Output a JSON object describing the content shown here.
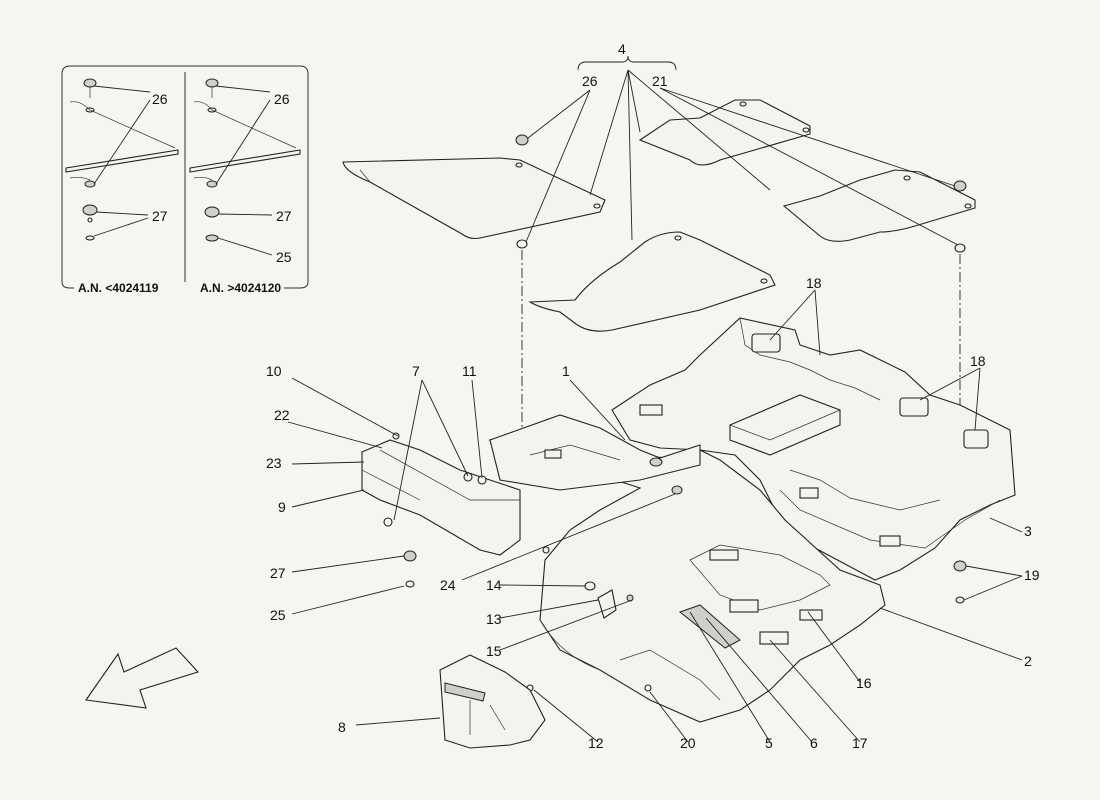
{
  "callouts": [
    {
      "id": "c4",
      "text": "4"
    },
    {
      "id": "c26a",
      "text": "26"
    },
    {
      "id": "c21",
      "text": "21"
    },
    {
      "id": "c18a",
      "text": "18"
    },
    {
      "id": "c18b",
      "text": "18"
    },
    {
      "id": "c10",
      "text": "10"
    },
    {
      "id": "c22",
      "text": "22"
    },
    {
      "id": "c23",
      "text": "23"
    },
    {
      "id": "c9",
      "text": "9"
    },
    {
      "id": "c7",
      "text": "7"
    },
    {
      "id": "c11",
      "text": "11"
    },
    {
      "id": "c1",
      "text": "1"
    },
    {
      "id": "c3",
      "text": "3"
    },
    {
      "id": "c27",
      "text": "27"
    },
    {
      "id": "c25",
      "text": "25"
    },
    {
      "id": "c24",
      "text": "24"
    },
    {
      "id": "c14",
      "text": "14"
    },
    {
      "id": "c13",
      "text": "13"
    },
    {
      "id": "c15",
      "text": "15"
    },
    {
      "id": "c19",
      "text": "19"
    },
    {
      "id": "c2",
      "text": "2"
    },
    {
      "id": "c16",
      "text": "16"
    },
    {
      "id": "c8",
      "text": "8"
    },
    {
      "id": "c12",
      "text": "12"
    },
    {
      "id": "c20",
      "text": "20"
    },
    {
      "id": "c5",
      "text": "5"
    },
    {
      "id": "c6",
      "text": "6"
    },
    {
      "id": "c17",
      "text": "17"
    }
  ],
  "inset": {
    "left": {
      "caption": "A.N. <4024119",
      "labels": [
        "26",
        "27"
      ]
    },
    "right": {
      "caption": "A.N. >4024120",
      "labels": [
        "26",
        "27",
        "25"
      ]
    }
  }
}
